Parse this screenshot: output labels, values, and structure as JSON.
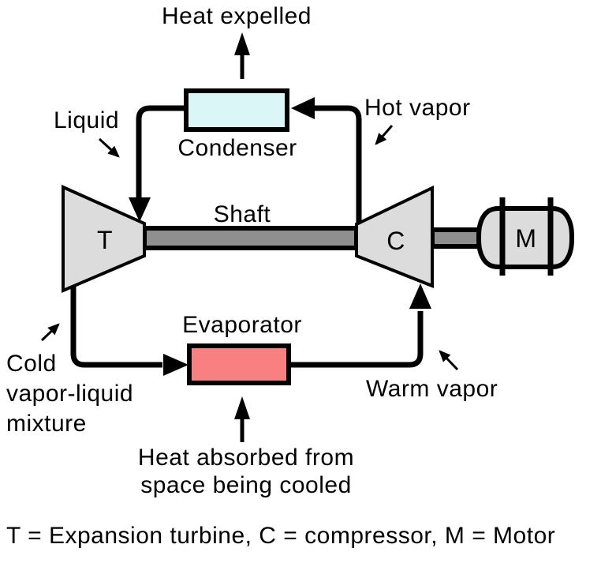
{
  "diagram": {
    "legend": "T = Expansion turbine, C = compressor, M = Motor",
    "components": {
      "condenser": "Condenser",
      "evaporator": "Evaporator",
      "shaft": "Shaft",
      "turbine_symbol": "T",
      "compressor_symbol": "C",
      "motor_symbol": "M"
    },
    "flows": {
      "heat_expelled": "Heat expelled",
      "liquid": "Liquid",
      "hot_vapor": "Hot vapor",
      "cold_line1": "Cold",
      "cold_line2": "vapor-liquid",
      "cold_line3": "mixture",
      "warm_vapor": "Warm vapor",
      "heat_absorbed_line1": "Heat absorbed from",
      "heat_absorbed_line2": "space being cooled"
    },
    "colors": {
      "condenser_fill": "#DBF6F7",
      "evaporator_fill": "#F98080",
      "component_fill": "#DCDCDC",
      "shaft_fill": "#8F8F8F",
      "line": "#000000"
    }
  }
}
